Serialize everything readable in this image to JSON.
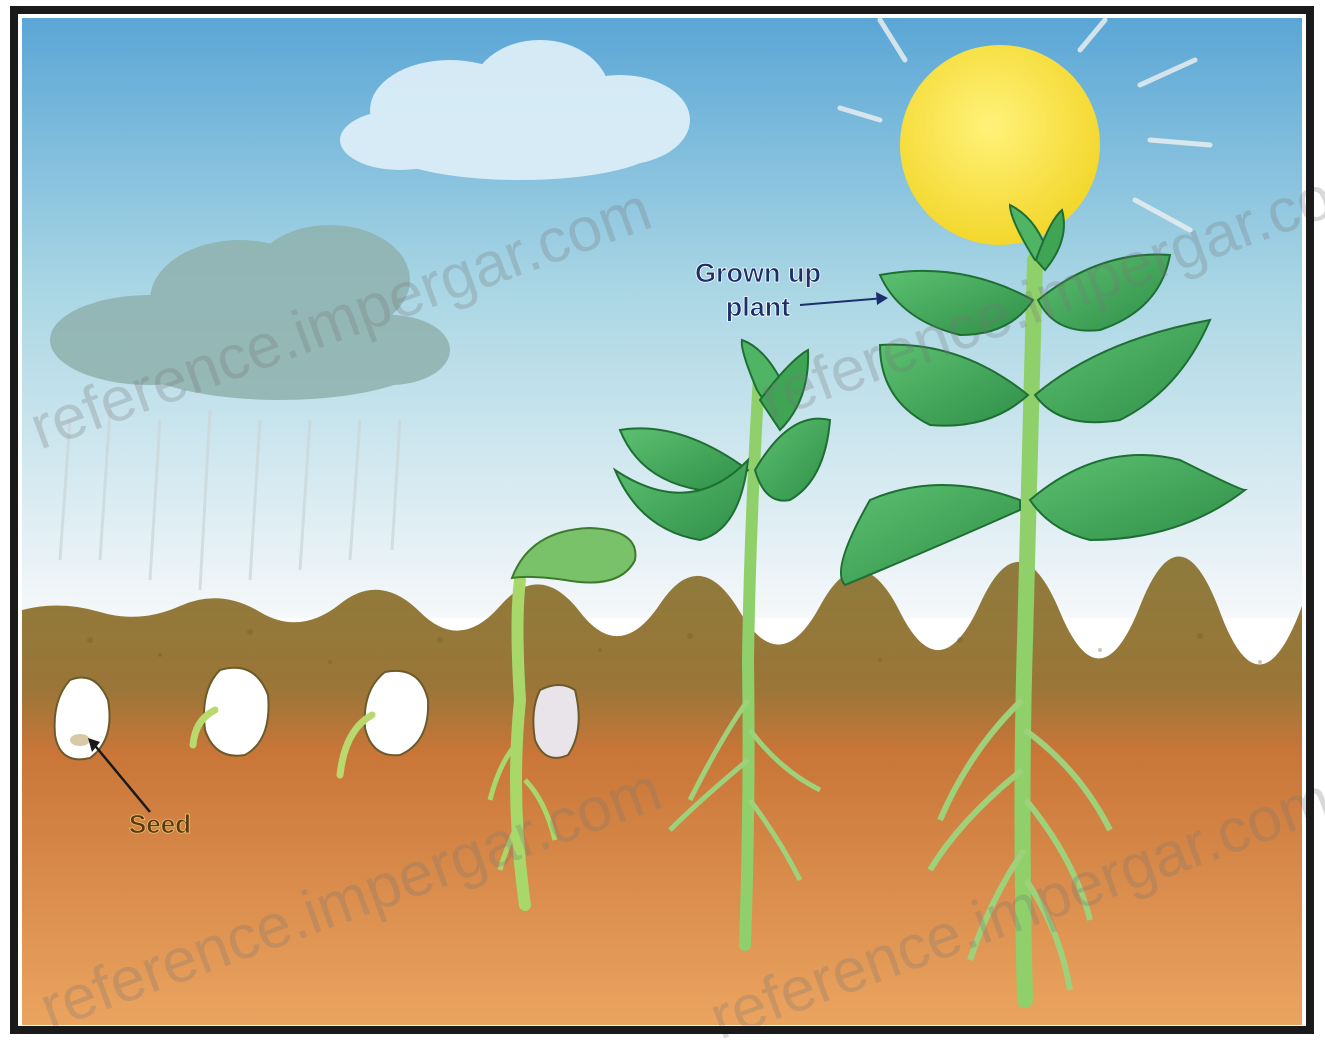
{
  "labels": {
    "grown_up_plant_line1": "Grown up",
    "grown_up_plant_line2": "plant",
    "seed": "Seed"
  },
  "watermark": "reference.impergar.com",
  "colors": {
    "frame": "#1a1a1a",
    "sky_top": "#5aa6d6",
    "sky_bottom": "#f4f8f9",
    "soil_top": "#8b7a3a",
    "soil_mid": "#c77a3d",
    "soil_bottom": "#e59a5a",
    "leaf": "#3aa357",
    "leaf_dark": "#1f6e34",
    "stem": "#8fd06a",
    "sun": "#f6e23c",
    "seed": "#ffffff",
    "label_blue": "#1b2f6b",
    "label_brown": "#5a3b10"
  }
}
